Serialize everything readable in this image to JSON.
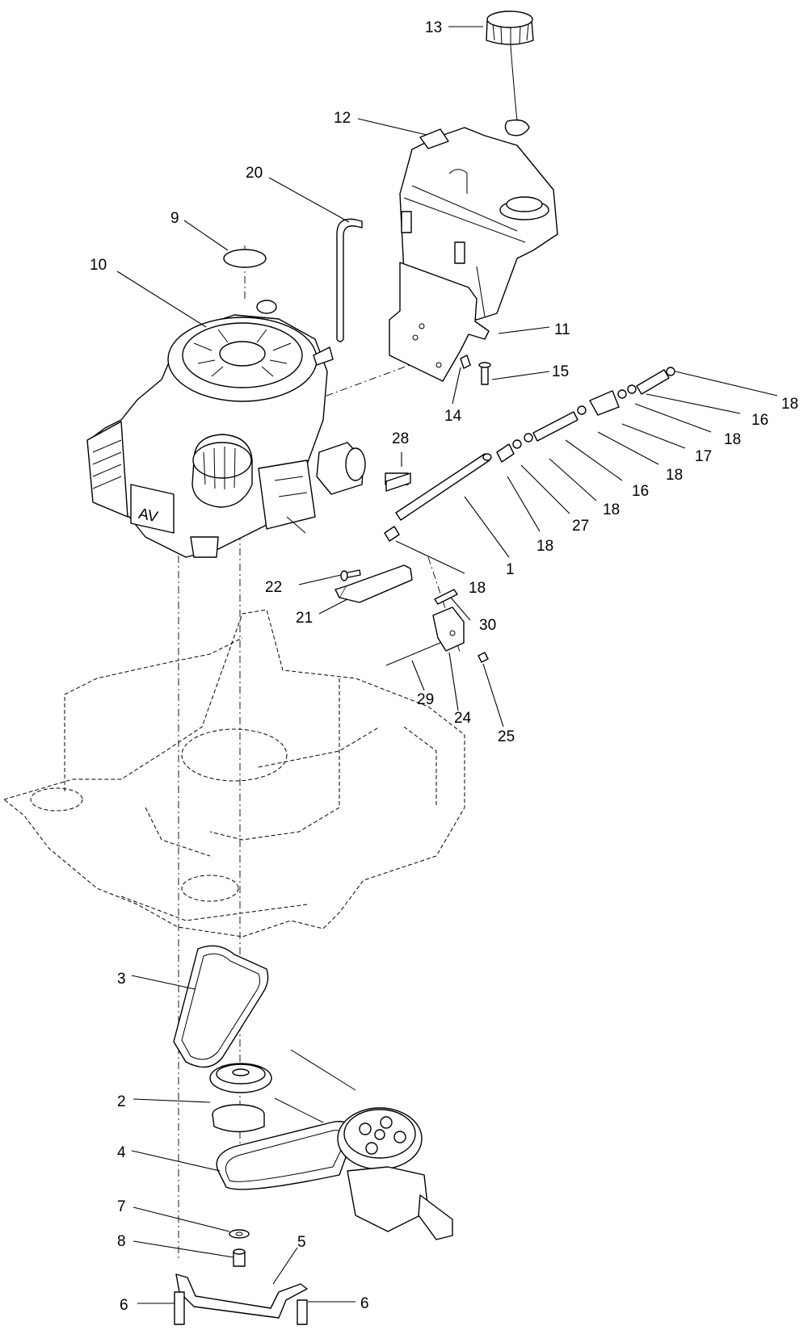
{
  "diagram": {
    "type": "exploded-parts-diagram",
    "callouts": [
      {
        "id": "c13",
        "label": "13"
      },
      {
        "id": "c12",
        "label": "12"
      },
      {
        "id": "c20",
        "label": "20"
      },
      {
        "id": "c9",
        "label": "9"
      },
      {
        "id": "c10",
        "label": "10"
      },
      {
        "id": "c11",
        "label": "11"
      },
      {
        "id": "c15",
        "label": "15"
      },
      {
        "id": "c14",
        "label": "14"
      },
      {
        "id": "c18a",
        "label": "18"
      },
      {
        "id": "c16a",
        "label": "16"
      },
      {
        "id": "c18b",
        "label": "18"
      },
      {
        "id": "c17",
        "label": "17"
      },
      {
        "id": "c18c",
        "label": "18"
      },
      {
        "id": "c16b",
        "label": "16"
      },
      {
        "id": "c18d",
        "label": "18"
      },
      {
        "id": "c27",
        "label": "27"
      },
      {
        "id": "c18e",
        "label": "18"
      },
      {
        "id": "c28",
        "label": "28"
      },
      {
        "id": "c1",
        "label": "1"
      },
      {
        "id": "c22",
        "label": "22"
      },
      {
        "id": "c18f",
        "label": "18"
      },
      {
        "id": "c21",
        "label": "21"
      },
      {
        "id": "c30",
        "label": "30"
      },
      {
        "id": "c29",
        "label": "29"
      },
      {
        "id": "c24",
        "label": "24"
      },
      {
        "id": "c25",
        "label": "25"
      },
      {
        "id": "c3",
        "label": "3"
      },
      {
        "id": "c2",
        "label": "2"
      },
      {
        "id": "c4",
        "label": "4"
      },
      {
        "id": "c7",
        "label": "7"
      },
      {
        "id": "c8",
        "label": "8"
      },
      {
        "id": "c5",
        "label": "5"
      },
      {
        "id": "c6a",
        "label": "6"
      },
      {
        "id": "c6b",
        "label": "6"
      }
    ],
    "engine_badge": "AV"
  }
}
